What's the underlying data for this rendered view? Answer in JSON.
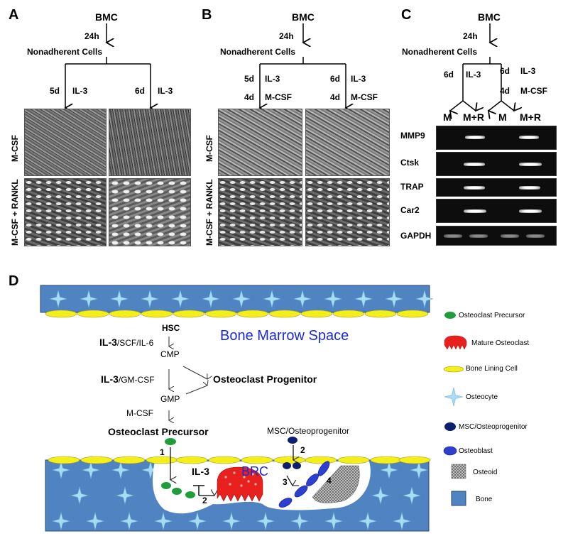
{
  "panel_labels": {
    "a": "A",
    "b": "B",
    "c": "C",
    "d": "D"
  },
  "panel_a": {
    "source": "BMC",
    "time1": "24h",
    "cells": "Nonadherent Cells",
    "left_days": "5d",
    "left_factor": "IL-3",
    "right_days": "6d",
    "right_factor": "IL-3",
    "row1_label": "M-CSF",
    "row2_label": "M-CSF + RANKL"
  },
  "panel_b": {
    "source": "BMC",
    "time1": "24h",
    "cells": "Nonadherent Cells",
    "left_days1": "5d",
    "left_factor1": "IL-3",
    "left_days2": "4d",
    "left_factor2": "M-CSF",
    "right_days1": "6d",
    "right_factor1": "IL-3",
    "right_days2": "4d",
    "right_factor2": "M-CSF",
    "row1_label": "M-CSF",
    "row2_label": "M-CSF + RANKL"
  },
  "panel_c": {
    "source": "BMC",
    "time1": "24h",
    "cells": "Nonadherent Cells",
    "left_days": "6d",
    "left_factor": "IL-3",
    "right_days1": "6d",
    "right_factor1": "IL-3",
    "right_days2": "4d",
    "right_factor2": "M-CSF",
    "lane_labels": [
      "M",
      "M+R",
      "M",
      "M+R"
    ],
    "genes": [
      "MMP9",
      "Ctsk",
      "TRAP",
      "Car2",
      "GAPDH"
    ]
  },
  "panel_d": {
    "title": "Bone Marrow Space",
    "hsc": "HSC",
    "cytokines1_bold": "IL-3",
    "cytokines1_rest": "/SCF/IL-6",
    "cmp": "CMP",
    "cytokines2_bold": "IL-3",
    "cytokines2_rest": "/GM-CSF",
    "gmp": "GMP",
    "mcsf": "M-CSF",
    "progenitor": "Osteoclast Progenitor",
    "precursor": "Osteoclast Precursor",
    "msc": "MSC/Osteoprogenitor",
    "brc": "BRC",
    "il3": "IL-3",
    "step1": "1",
    "step2": "2",
    "step2b": "2",
    "step3": "3",
    "step4": "4"
  },
  "legend": [
    {
      "icon": "osteoclast-precursor",
      "label": "Osteoclast Precursor",
      "color": "#1f9d3a"
    },
    {
      "icon": "mature-osteoclast",
      "label": "Mature  Osteoclast",
      "color": "#e8201e"
    },
    {
      "icon": "bone-lining-cell",
      "label": "Bone Lining Cell",
      "color": "#f4ee1a"
    },
    {
      "icon": "osteocyte",
      "label": "Osteocyte",
      "color": "#9fd4f2"
    },
    {
      "icon": "msc-osteoprogenitor",
      "label": "MSC/Osteoprogenitor",
      "color": "#0c1f6e"
    },
    {
      "icon": "osteoblast",
      "label": "Osteoblast",
      "color": "#2d3fd0"
    },
    {
      "icon": "osteoid",
      "label": "Osteoid",
      "color": "#9a9a9a"
    },
    {
      "icon": "bone",
      "label": "Bone",
      "color": "#4a7fc0"
    }
  ]
}
